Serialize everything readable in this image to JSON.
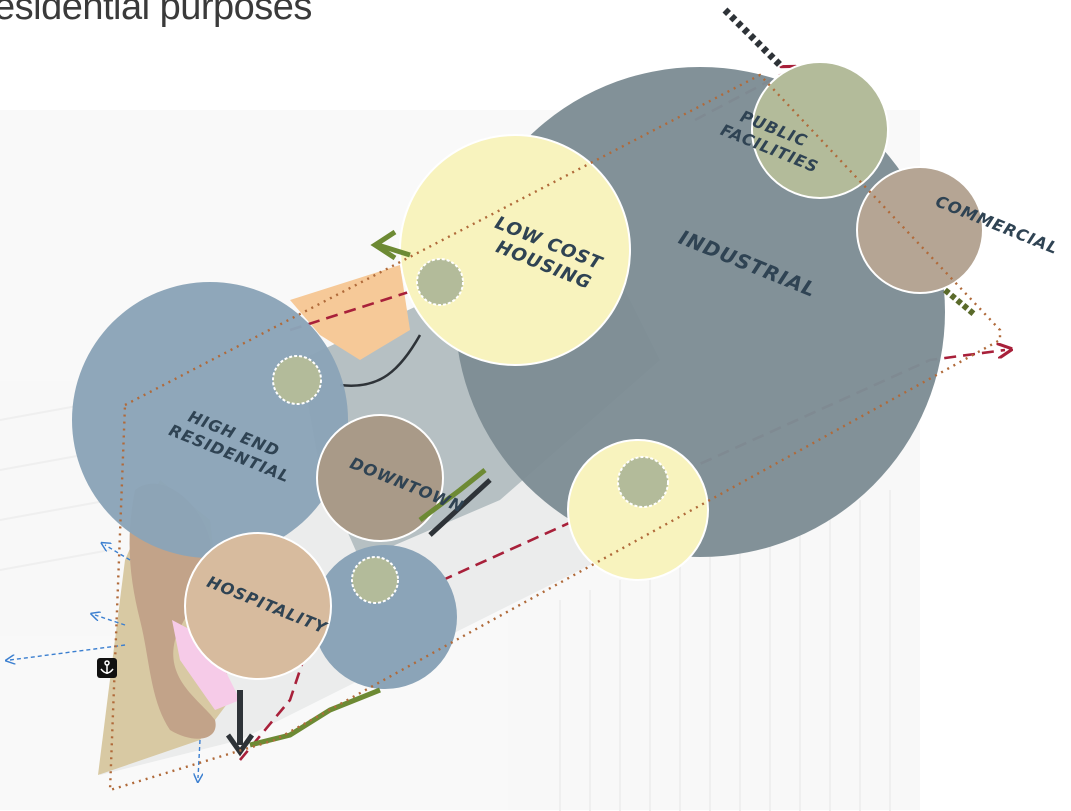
{
  "slide": {
    "title_fragment": "esidential purposes"
  },
  "zones": [
    {
      "id": "industrial",
      "label_lines": [
        "INDUSTRIAL"
      ],
      "color": "#7e8d95"
    },
    {
      "id": "low-cost-housing",
      "label_lines": [
        "LOW COST",
        "HOUSING"
      ],
      "color": "#f8f3be"
    },
    {
      "id": "public-facilities",
      "label_lines": [
        "PUBLIC",
        "FACILITIES"
      ],
      "color": "#b3bb9a"
    },
    {
      "id": "commercial",
      "label_lines": [
        "COMMERCIAL"
      ],
      "color": "#b5a594"
    },
    {
      "id": "high-end-residential",
      "label_lines": [
        "HIGH END",
        "RESIDENTIAL"
      ],
      "color": "#8ba4b8"
    },
    {
      "id": "downtown",
      "label_lines": [
        "DOWNTOWN"
      ],
      "color": "#a99a88"
    },
    {
      "id": "hospitality",
      "label_lines": [
        "HOSPITALITY"
      ],
      "color": "#d7bb9e"
    }
  ],
  "colors": {
    "boundary_dashed": "#a8203a",
    "boundary_dotted": "#b06a3a",
    "green_route": "#6d8a34",
    "dark_route": "#2e3338",
    "blue_flow": "#3b7fd0",
    "sub_node": "#b3bb9a",
    "land_tan": "#d8c9a3",
    "land_brown": "#c2a389",
    "pink_area": "#f6cbe8",
    "orange_area": "#f6c998",
    "road_grey": "#b6c0c3"
  },
  "icons": {
    "anchor": "anchor-icon"
  }
}
